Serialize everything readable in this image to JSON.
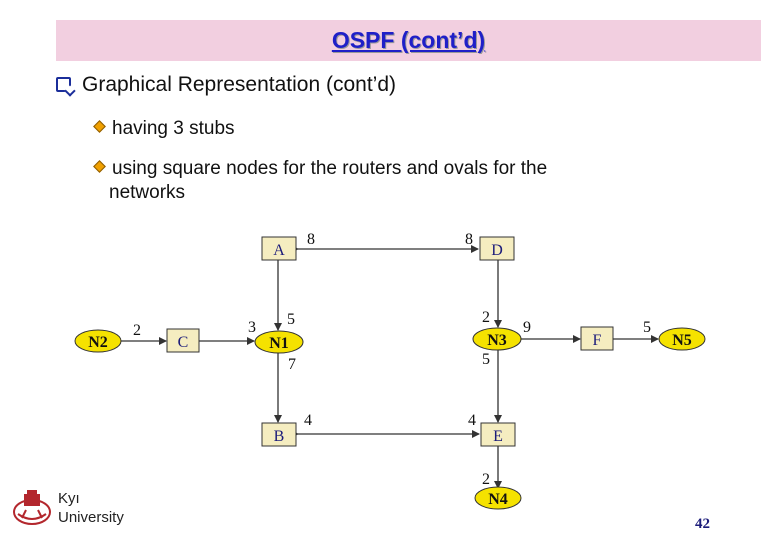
{
  "slide": {
    "title": "OSPF (cont’d)",
    "heading": "Graphical Representation (cont’d)",
    "bullets": [
      "having 3 stubs",
      "using square nodes for the routers and ovals for the",
      "networks"
    ],
    "page_number": "42",
    "university_line1": "Kyı",
    "university_line2": "University"
  },
  "diagram": {
    "routers": [
      "A",
      "D",
      "C",
      "F",
      "B",
      "E"
    ],
    "networks": [
      "N2",
      "N1",
      "N3",
      "N5",
      "N4"
    ],
    "edges": [
      {
        "from": "A",
        "to": "D",
        "cost_from": "8",
        "cost_to": "8"
      },
      {
        "from": "A",
        "to": "N1",
        "cost_from": "",
        "cost_to": "5"
      },
      {
        "from": "N2",
        "to": "C",
        "cost_from": "",
        "cost_to": "2"
      },
      {
        "from": "C",
        "to": "N1",
        "cost_from": "",
        "cost_to": "3"
      },
      {
        "from": "N1",
        "to": "B",
        "cost_from": "7",
        "cost_to": ""
      },
      {
        "from": "B",
        "to": "E",
        "cost_from": "4",
        "cost_to": "4"
      },
      {
        "from": "D",
        "to": "N3",
        "cost_from": "",
        "cost_to": "2"
      },
      {
        "from": "N3",
        "to": "F",
        "cost_from": "9",
        "cost_to": ""
      },
      {
        "from": "N3",
        "to": "E",
        "cost_from": "5",
        "cost_to": ""
      },
      {
        "from": "F",
        "to": "N5",
        "cost_from": "",
        "cost_to": "5"
      },
      {
        "from": "E",
        "to": "N4",
        "cost_from": "",
        "cost_to": "2"
      }
    ],
    "colors": {
      "router_fill": "#f5edc0",
      "network_fill": "#f5e200",
      "line": "#333333"
    }
  }
}
